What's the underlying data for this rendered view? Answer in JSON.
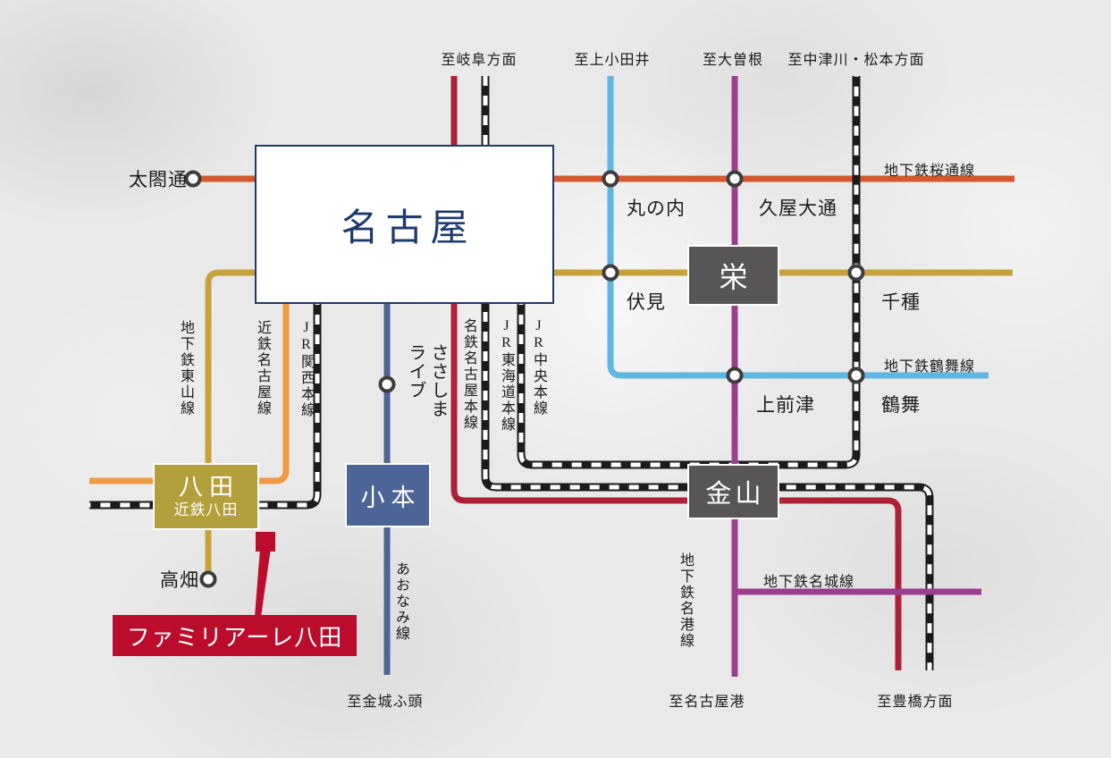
{
  "boxes": {
    "nagoya": "名古屋",
    "sakae": "栄",
    "kanayama": "金山",
    "hatta": "八田",
    "hatta_sub": "近鉄八田",
    "komoto": "小本",
    "property": "ファミリアーレ八田"
  },
  "stations": {
    "taikodori": "太閤通",
    "marunouchi": "丸の内",
    "hisaya_odori": "久屋大通",
    "fushimi": "伏見",
    "chikusa": "千種",
    "kamimaezu": "上前津",
    "tsurumai": "鶴舞",
    "sasashima_live": "ささしま\nライブ",
    "takabata": "高畑"
  },
  "line_labels": {
    "sakuradori": "地下鉄桜通線",
    "tsurumai": "地下鉄鶴舞線",
    "higashiyama": "地下鉄東山線",
    "kintetsu": "近鉄名古屋線",
    "jr_kansai": "JR関西本線",
    "meitetsu": "名鉄名古屋本線",
    "jr_tokaido": "JR東海道本線",
    "jr_chuo": "JR中央本線",
    "aonami": "あおなみ線",
    "meiko": "地下鉄名港線",
    "meijo": "地下鉄名城線"
  },
  "directions": {
    "gifu": "至岐阜方面",
    "kami_otai": "至上小田井",
    "ozone": "至大曽根",
    "nakatsugawa": "至中津川・松本方面",
    "kinjo_futo": "至金城ふ頭",
    "nagoya_ko": "至名古屋港",
    "toyohashi": "至豊橋方面"
  },
  "colors": {
    "sakuradori": "#d4572e",
    "higashiyama": "#c7a23c",
    "tsurumai": "#5fb6e0",
    "meijo": "#9b3e8e",
    "meitetsu": "#b01f38",
    "kintetsu": "#f09a43",
    "aonami": "#4d6496",
    "jr": "#1b1b1b",
    "navy": "#1e3a6e",
    "graybox": "#575555",
    "goldbox": "#b3a03c",
    "redbox": "#bc0c2c",
    "text": "#1c1c1c"
  }
}
